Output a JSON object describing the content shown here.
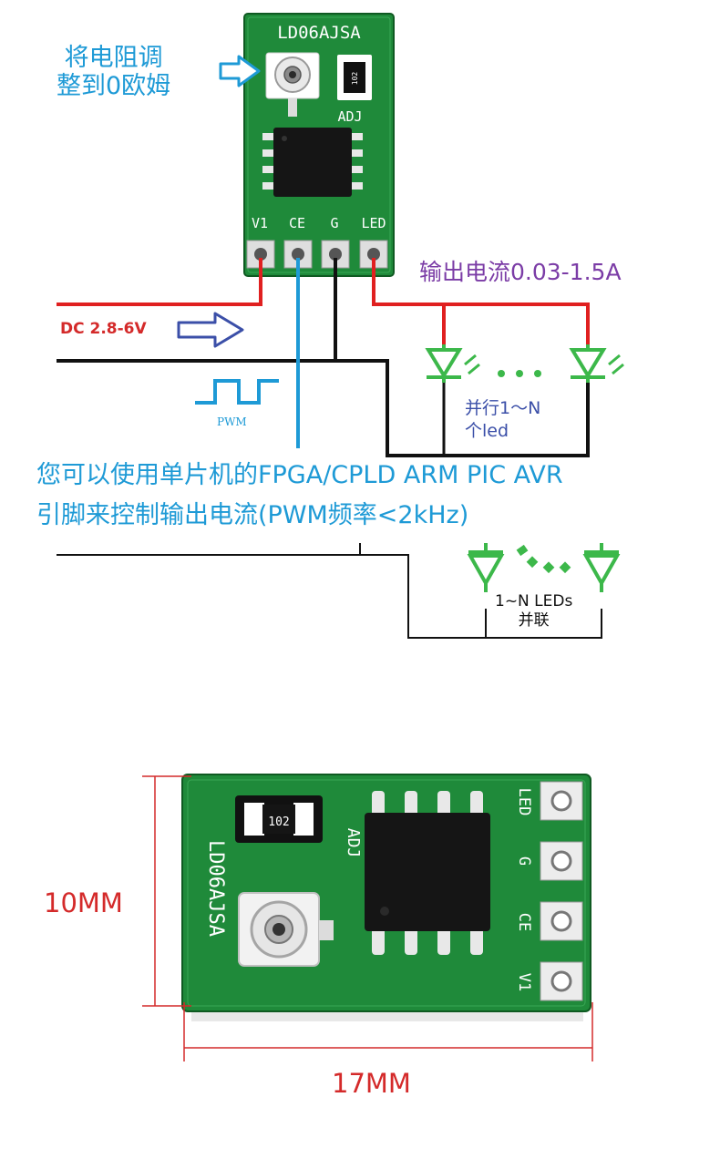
{
  "top_board": {
    "model": "LD06AJSA",
    "resistor_code": "102",
    "adj_label": "ADJ",
    "pins": [
      "V1",
      "CE",
      "G",
      "LED"
    ]
  },
  "annotations": {
    "adjust_note_line1": "将电阻调",
    "adjust_note_line2": "整到0欧姆",
    "input_label": "DC 2.8-6V",
    "output_label": "输出电流0.03-1.5A",
    "pwm_label": "PWM",
    "parallel_line1": "并行1～N",
    "parallel_line2": "个led",
    "mcu_line1": "您可以使用单片机的FPGA/CPLD ARM PIC AVR",
    "mcu_line2": "引脚来控制输出电流(PWM频率<2kHz)",
    "leds_line1": "1~N LEDs",
    "leds_line2": "并联"
  },
  "bottom_board": {
    "model": "LD06AJSA",
    "resistor_code": "102",
    "adj_label": "ADJ",
    "pins": [
      "LED",
      "G",
      "CE",
      "V1"
    ],
    "height_label": "10MM",
    "width_label": "17MM"
  },
  "colors": {
    "pcb_green": "#1f8a3a",
    "wire_red": "#e02020",
    "wire_blue": "#1e9ad6",
    "wire_black": "#111111",
    "led_green": "#3cb84a",
    "dim_red": "#d42a2a"
  }
}
